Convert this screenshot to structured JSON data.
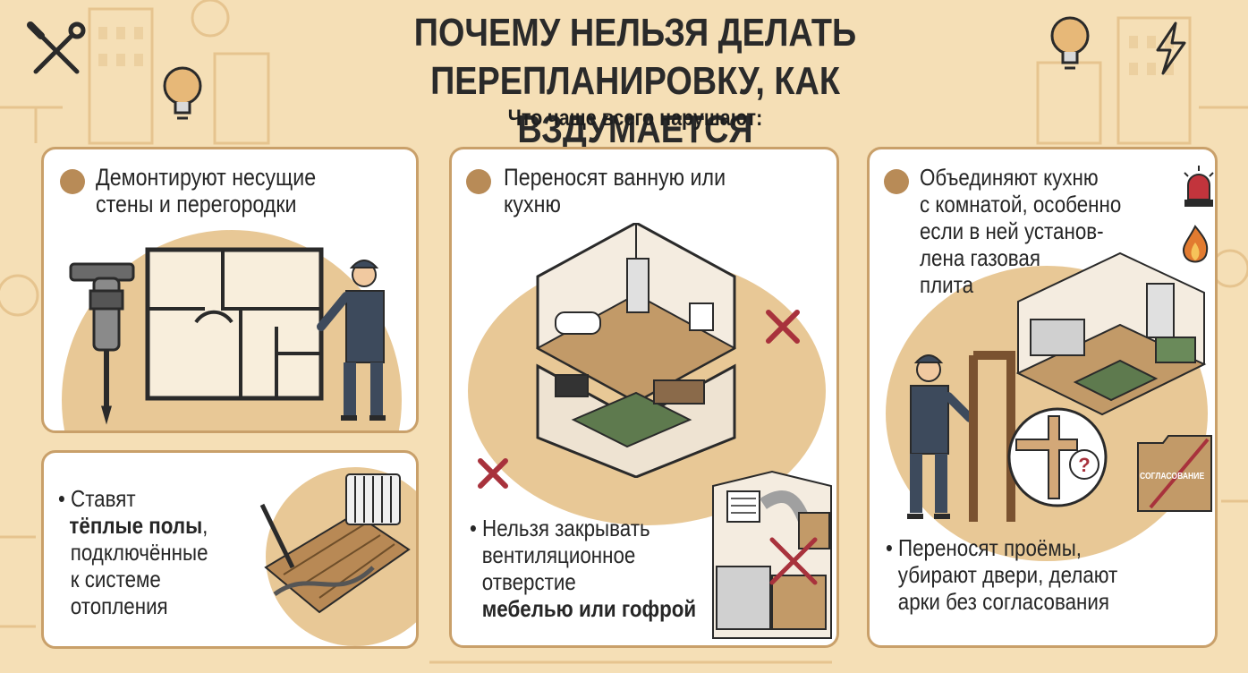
{
  "title": {
    "line1": "ПОЧЕМУ НЕЛЬЗЯ ДЕЛАТЬ",
    "line2": "ПЕРЕПЛАНИРОВКУ, КАК ВЗДУМАЕТСЯ"
  },
  "subtitle": "Что чаще всего нарушают:",
  "panels": {
    "walls": {
      "line1": "Демонтируют несущие",
      "line2": "стены и перегородки"
    },
    "floors": {
      "line1": "Ставят",
      "line2_bold": "тёплые полы",
      "line2_rest": ",",
      "line3": "подключённые",
      "line4": "к системе",
      "line5": "отопления"
    },
    "bath": {
      "line1": "Переносят ванную или",
      "line2": "кухню"
    },
    "vent": {
      "line1": "Нельзя закрывать",
      "line2": "вентиляционное",
      "line3": "отверстие",
      "line4_bold": "мебелью или гофрой"
    },
    "kitchen": {
      "line1": "Объединяют кухню",
      "line2": "с комнатой, особенно",
      "line3": "если в ней установ-",
      "line4": "лена газовая",
      "line5": "плита"
    },
    "doors": {
      "line1": "Переносят проёмы,",
      "line2": "убирают двери, делают",
      "line3": "арки без согласования"
    },
    "folder_label": "СОГЛАСОВАНИЕ"
  },
  "colors": {
    "background": "#f5dfb6",
    "panel_border": "#c9a06a",
    "blob": "#e8c896",
    "cross": "#a8323c",
    "worker": "#3d4a5c"
  },
  "icons": [
    "wrench-icon",
    "lightbulb-icon",
    "lightning-icon",
    "siren-icon",
    "fire-icon",
    "cross-icon",
    "question-icon",
    "folder-icon"
  ]
}
